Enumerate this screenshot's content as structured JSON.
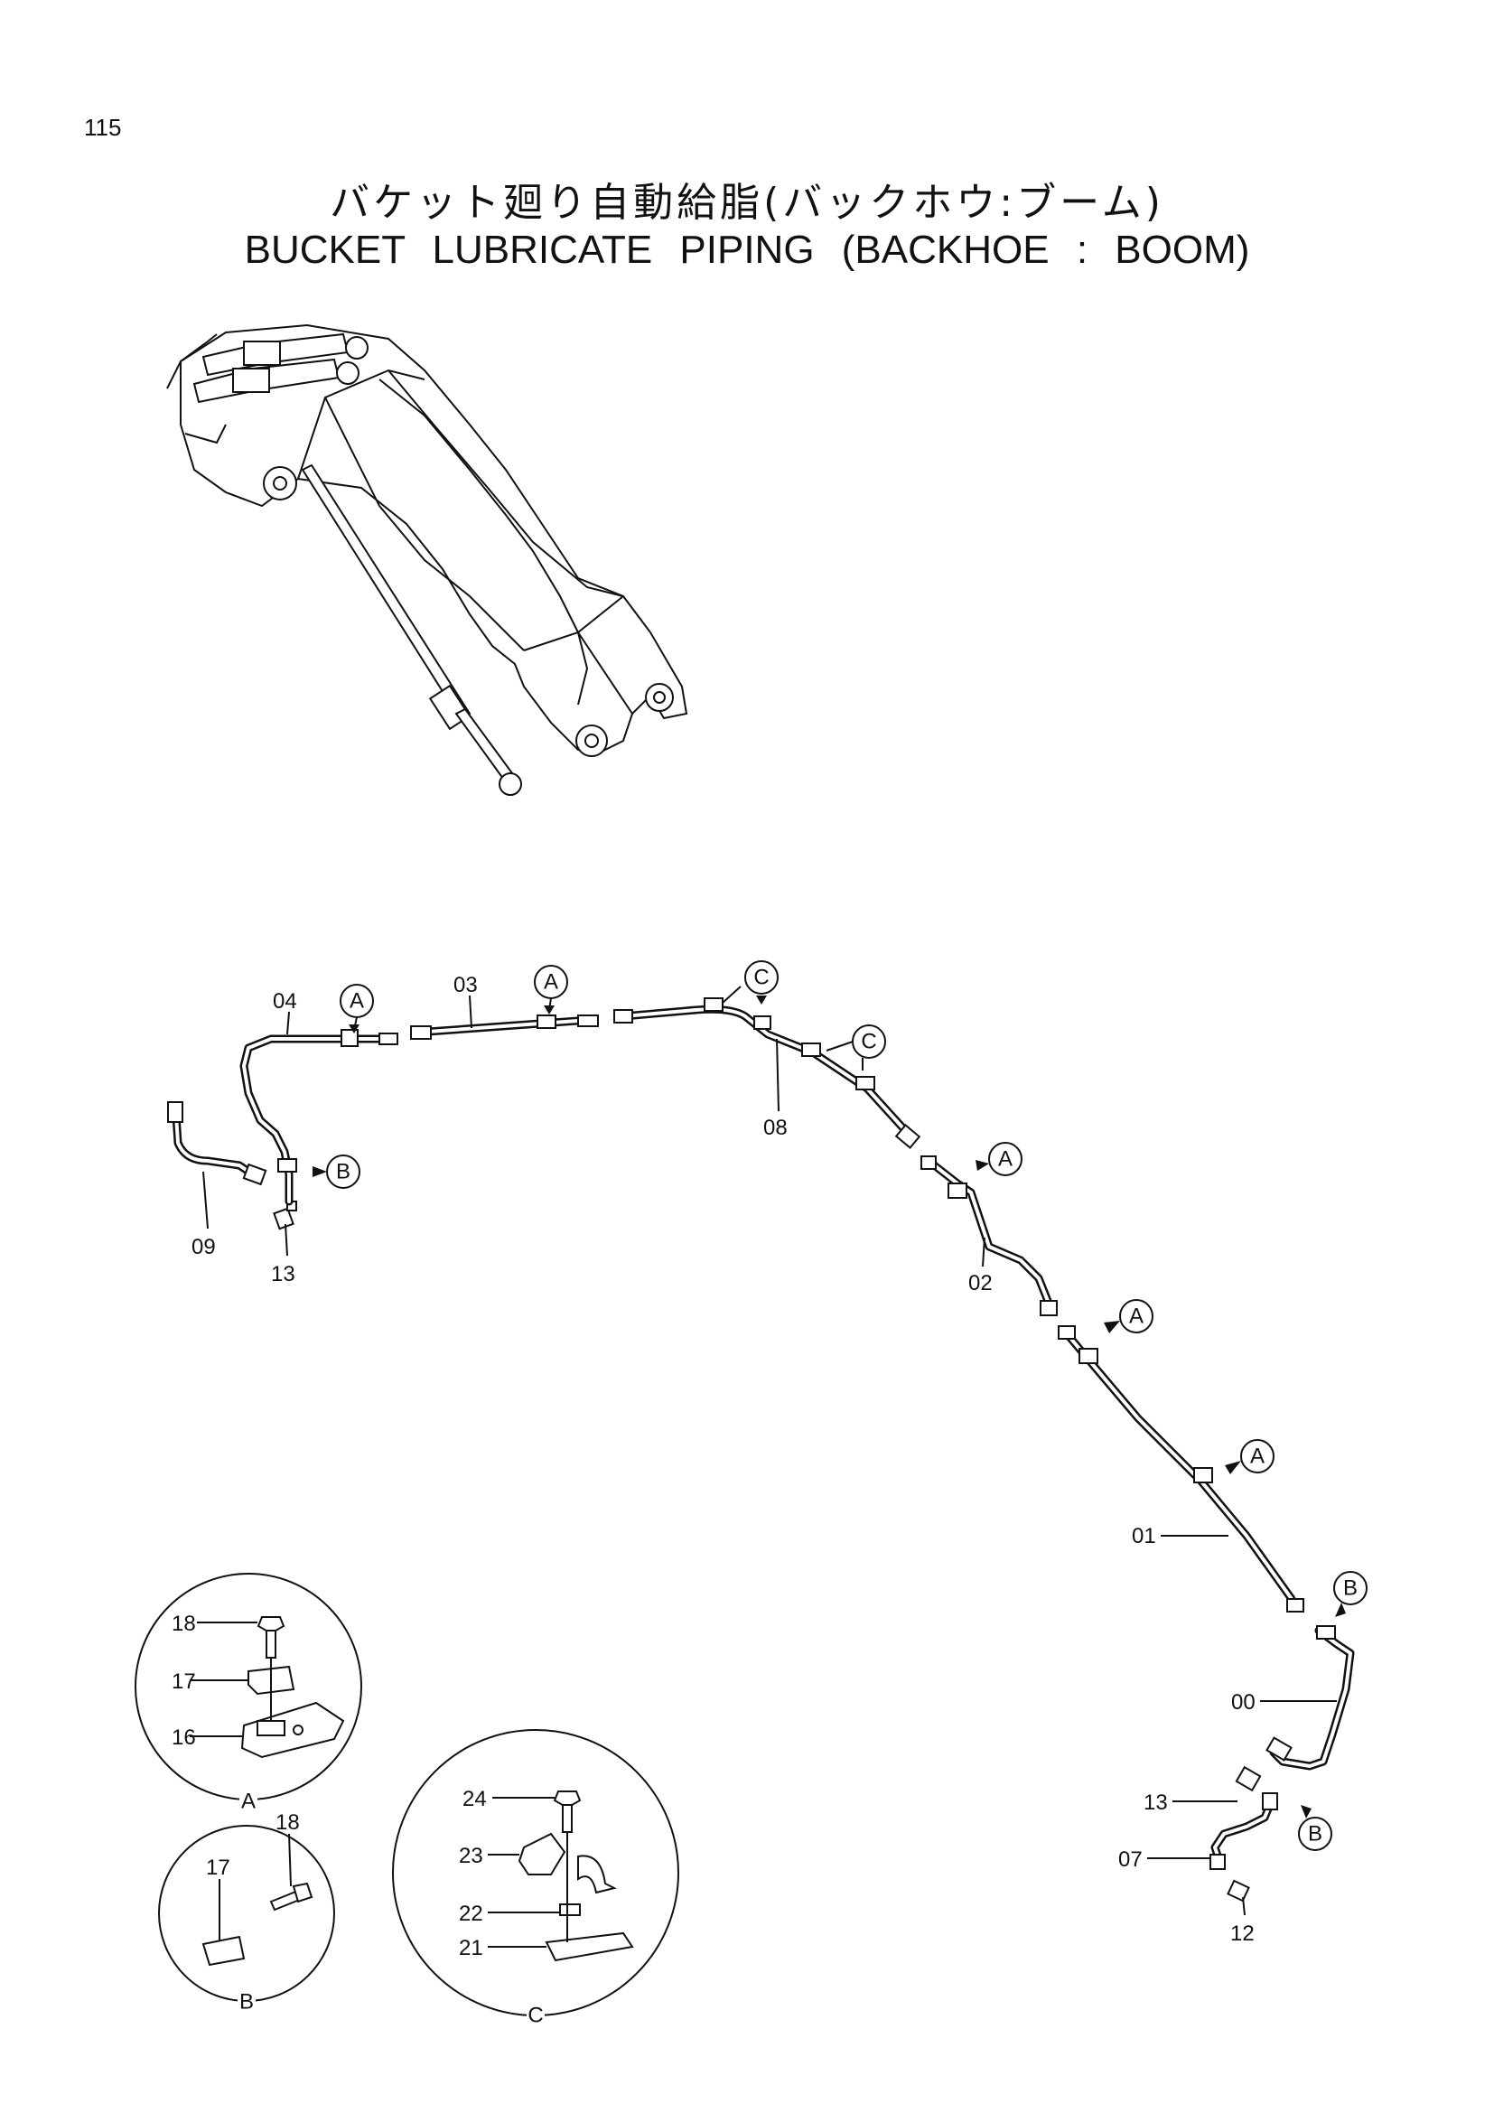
{
  "page": {
    "number": "115"
  },
  "title": {
    "japanese": "バケット廻り自動給脂(バックホウ:ブーム)",
    "english": "BUCKET   LUBRICATE   PIPING (BACKHOE : BOOM)"
  },
  "part_labels": {
    "p00": "00",
    "p01": "01",
    "p02": "02",
    "p03": "03",
    "p04": "04",
    "p07": "07",
    "p08": "08",
    "p09": "09",
    "p12": "12",
    "p13a": "13",
    "p13b": "13"
  },
  "callouts": {
    "A": "A",
    "B": "B",
    "C": "C"
  },
  "detail_A": {
    "caption": "A",
    "labels": [
      "18",
      "17",
      "16"
    ]
  },
  "detail_B": {
    "caption": "B",
    "labels": [
      "17",
      "18"
    ]
  },
  "detail_C": {
    "caption": "C",
    "labels": [
      "24",
      "23",
      "22",
      "21"
    ]
  }
}
